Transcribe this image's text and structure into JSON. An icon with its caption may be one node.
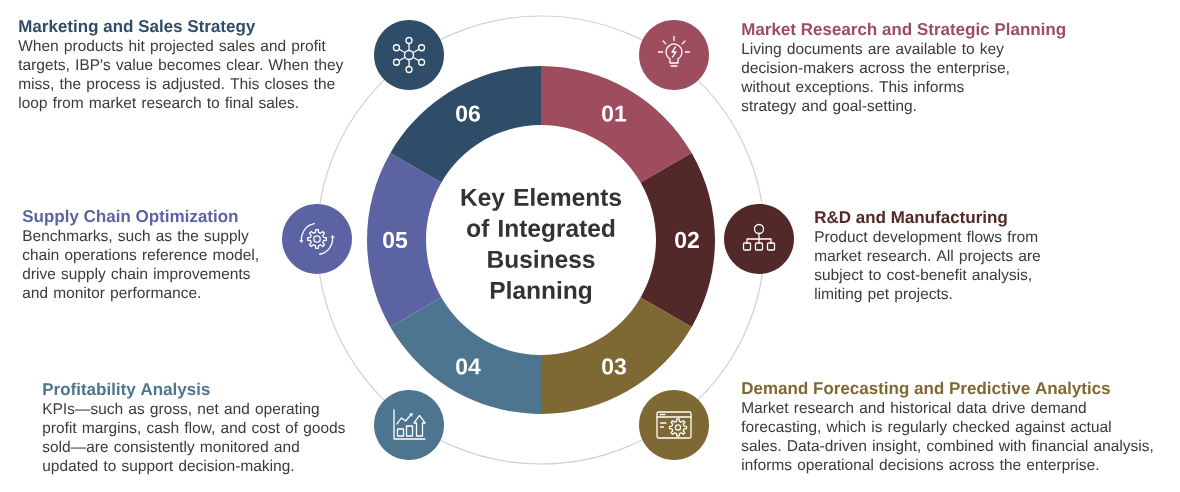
{
  "diagram": {
    "title": "Key Elements of Integrated Business Planning",
    "nodes": [
      {
        "text": [
          "01"
        ],
        "beside": [
          "Market Research and Strategic Planning",
          "Living documents are available to key decision-makers across the enterprise, without exceptions. This informs strategy and goal-setting."
        ]
      },
      {
        "text": [
          "02"
        ],
        "beside": [
          "R&D and Manufacturing",
          "Product development flows from market research. All projects are subject to cost-benefit analysis, limiting pet projects."
        ]
      },
      {
        "text": [
          "03"
        ],
        "beside": [
          "Demand Forecasting and Predictive Analytics",
          "Market research and historical data drive demand forecasting, which is regularly checked against actual sales. Data-driven insight, combined with financial analysis, informs operational decisions across the enterprise."
        ]
      },
      {
        "text": [
          "04"
        ],
        "beside": [
          "Profitability Analysis",
          "KPIs—such as gross, net and operating profit margins, cash flow, and cost of goods sold—are consistently monitored and updated to support decision-making."
        ]
      },
      {
        "text": [
          "05"
        ],
        "beside": [
          "Supply Chain Optimization",
          "Benchmarks, such as the supply chain operations reference model, drive supply chain improvements and monitor performance."
        ]
      },
      {
        "text": [
          "06"
        ],
        "beside": [
          "Marketing and Sales Strategy",
          "When products hit projected sales and profit targets, IBP's value becomes clear. When they miss, the process is adjusted. This closes the loop from market research to final sales."
        ]
      }
    ]
  }
}
